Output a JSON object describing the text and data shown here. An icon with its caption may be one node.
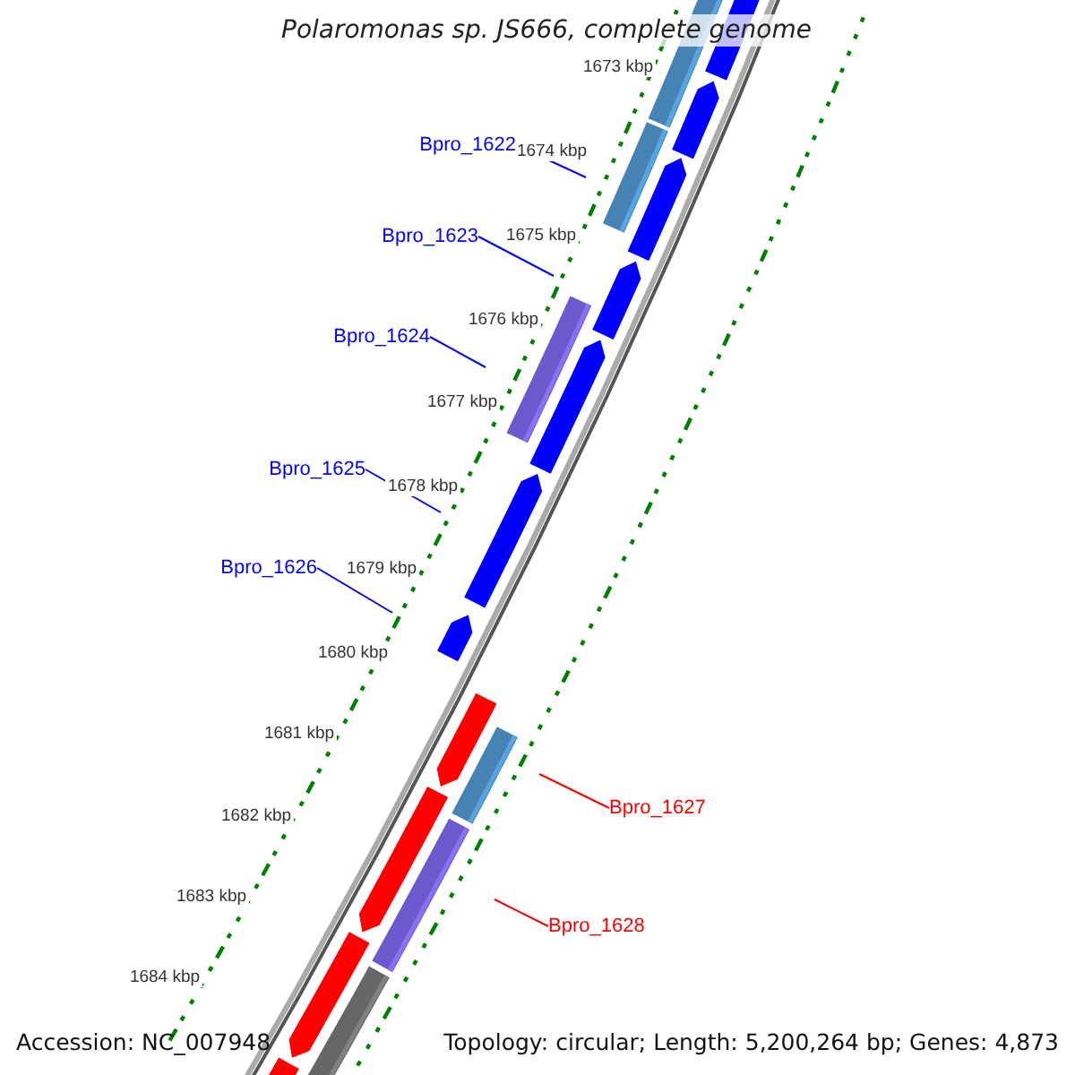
{
  "diagram": {
    "title": "Polaromonas sp. JS666, complete genome",
    "nodes": [
      {
        "text": [
          "Bpro_1622"
        ]
      },
      {
        "text": [
          "Bpro_1623"
        ]
      },
      {
        "text": [
          "Bpro_1624"
        ]
      },
      {
        "text": [
          "Bpro_1625"
        ]
      },
      {
        "text": [
          "Bpro_1626"
        ]
      },
      {
        "text": [
          "Bpro_1627"
        ]
      },
      {
        "text": [
          "Bpro_1628"
        ]
      }
    ],
    "edges": [
      {
        "from": 0,
        "to": null,
        "arrow": "none"
      },
      {
        "from": 1,
        "to": null,
        "arrow": "none"
      },
      {
        "from": 2,
        "to": null,
        "arrow": "none"
      },
      {
        "from": 3,
        "to": null,
        "arrow": "none"
      },
      {
        "from": 4,
        "to": null,
        "arrow": "none"
      },
      {
        "from": 5,
        "to": null,
        "arrow": "none",
        "color": "#ff0000"
      },
      {
        "from": 6,
        "to": null,
        "arrow": "none",
        "color": "#ff0000"
      }
    ],
    "labels": [
      "1673 kbp",
      "1674 kbp",
      "1675 kbp",
      "1676 kbp",
      "1677 kbp",
      "1678 kbp",
      "1679 kbp",
      "1680 kbp",
      "1681 kbp",
      "1682 kbp",
      "1683 kbp",
      "1684 kbp",
      "Accession: NC_007948",
      "Topology: circular; Length: 5,200,264 bp; Genes: 4,873"
    ]
  }
}
